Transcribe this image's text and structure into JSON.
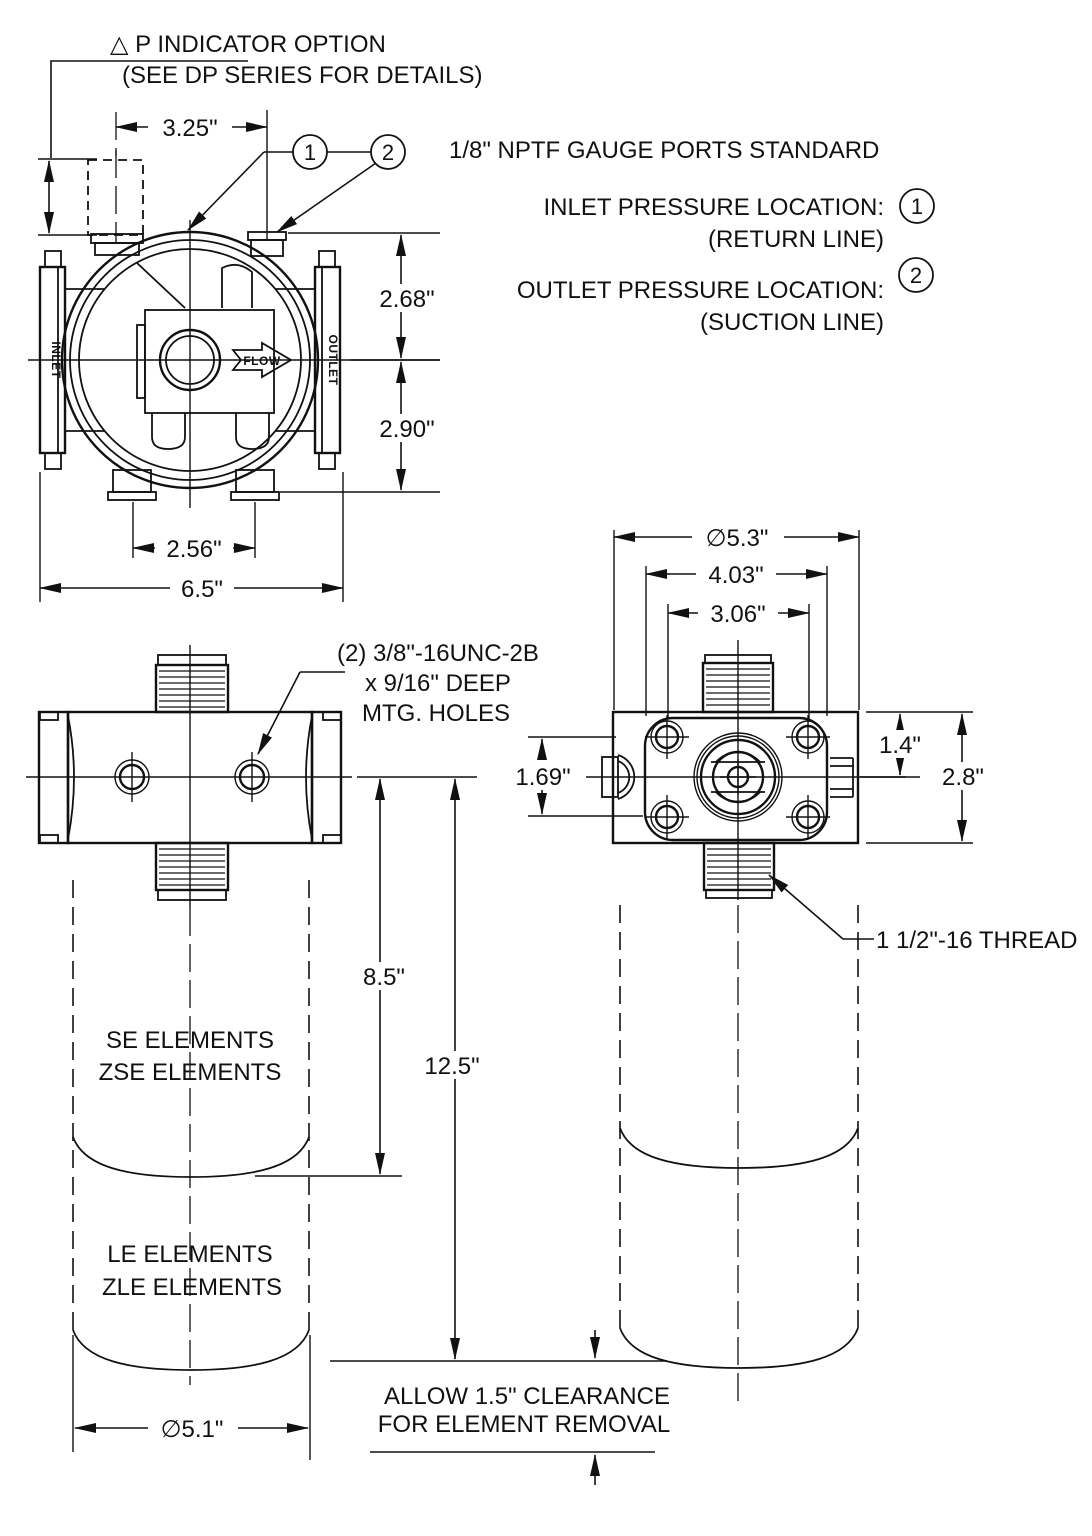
{
  "notes": {
    "dp_indicator_line1": "△ P INDICATOR OPTION",
    "dp_indicator_line2": "(SEE DP SERIES FOR DETAILS)",
    "gauge_ports": "1/8\" NPTF GAUGE PORTS STANDARD",
    "inlet_pressure_label": "INLET PRESSURE LOCATION:",
    "inlet_pressure_sub": "(RETURN LINE)",
    "outlet_pressure_label": "OUTLET PRESSURE LOCATION:",
    "outlet_pressure_sub": "(SUCTION LINE)",
    "mtg_holes_line1": "(2) 3/8\"-16UNC-2B",
    "mtg_holes_line2": "x 9/16\" DEEP",
    "mtg_holes_line3": "MTG. HOLES",
    "thread_label": "1 1/2\"-16 THREAD",
    "clearance_line1": "ALLOW 1.5\" CLEARANCE",
    "clearance_line2": "FOR ELEMENT REMOVAL",
    "se_elements": "SE ELEMENTS",
    "zse_elements": "ZSE ELEMENTS",
    "le_elements": "LE ELEMENTS",
    "zle_elements": "ZLE ELEMENTS",
    "inlet": "INLET",
    "outlet": "OUTLET",
    "flow": "FLOW"
  },
  "callouts": {
    "one": "1",
    "two": "2"
  },
  "dims": {
    "port_spacing": "3.25\"",
    "top_to_center": "2.68\"",
    "center_to_bottom": "2.90\"",
    "foot_spacing": "2.56\"",
    "overall_width": "6.5\"",
    "bowl_dia_right": "∅5.3\"",
    "plate_width": "4.03\"",
    "hole_spacing_h": "3.06\"",
    "hole_spacing_v": "1.69\"",
    "top_to_center_side": "1.4\"",
    "head_height": "2.8\"",
    "se_length": "8.5\"",
    "le_length": "12.5\"",
    "bowl_dia_left": "∅5.1\""
  },
  "colors": {
    "line": "#111111",
    "background": "#ffffff"
  }
}
